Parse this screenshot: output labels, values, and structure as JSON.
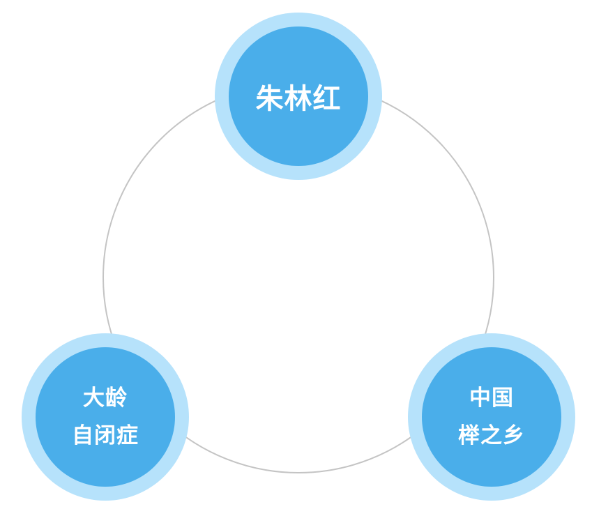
{
  "colors": {
    "ring_stroke": "#c4c4c4",
    "outer_halo": "#b6e2fb",
    "inner_fill": "#4aaeea",
    "text": "#ffffff"
  },
  "nodes": {
    "top": {
      "lines": [
        "朱林红"
      ]
    },
    "left": {
      "lines": [
        "大龄",
        "自闭症"
      ]
    },
    "right": {
      "lines": [
        "中国",
        "榉之乡"
      ]
    }
  }
}
